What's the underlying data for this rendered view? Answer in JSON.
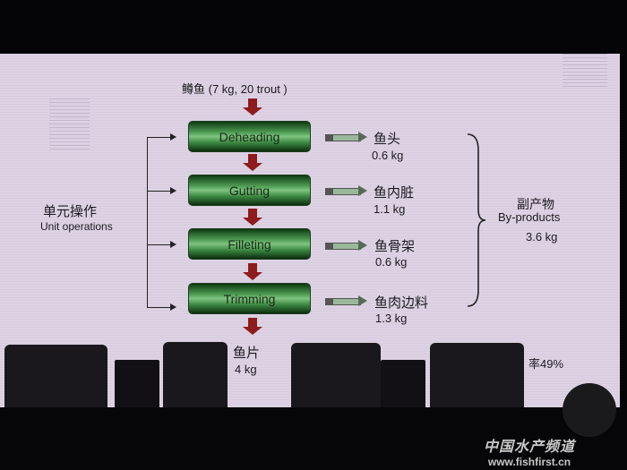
{
  "input": "鳟鱼 (7 kg, 20 trout )",
  "unit_operations": {
    "zh": "单元操作",
    "en": "Unit operations"
  },
  "steps": [
    {
      "label": "Deheading",
      "byproduct": "鱼头",
      "weight": "0.6 kg"
    },
    {
      "label": "Gutting",
      "byproduct": "鱼内脏",
      "weight": "1.1 kg"
    },
    {
      "label": "Filleting",
      "byproduct": "鱼骨架",
      "weight": "0.6 kg"
    },
    {
      "label": "Trimming",
      "byproduct": "鱼肉边料",
      "weight": "1.3 kg"
    }
  ],
  "byproducts": {
    "zh": "副产物",
    "en": "By-products",
    "total": "3.6 kg"
  },
  "output": {
    "label": "鱼片",
    "weight": "4 kg"
  },
  "yield_partial": "率49%",
  "watermark": {
    "name": "中国水产频道",
    "url": "www.fishfirst.cn"
  }
}
